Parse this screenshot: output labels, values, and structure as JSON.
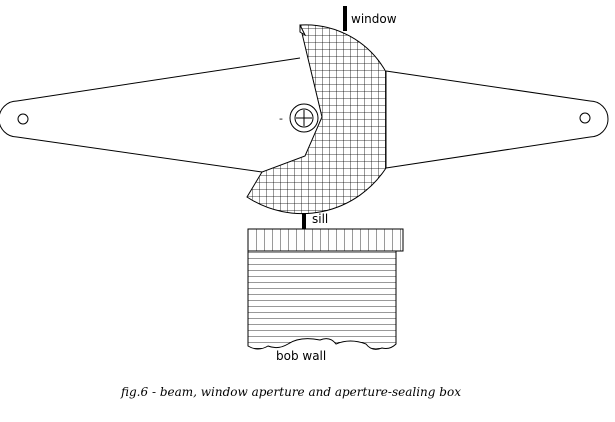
{
  "labels": {
    "window": "window",
    "sill": "sill",
    "bob_wall": "bob wall",
    "pivot_mark": "-"
  },
  "caption": "fig.6 - beam, window aperture and aperture-sealing box",
  "colors": {
    "ink": "#000000",
    "background": "#ffffff"
  }
}
